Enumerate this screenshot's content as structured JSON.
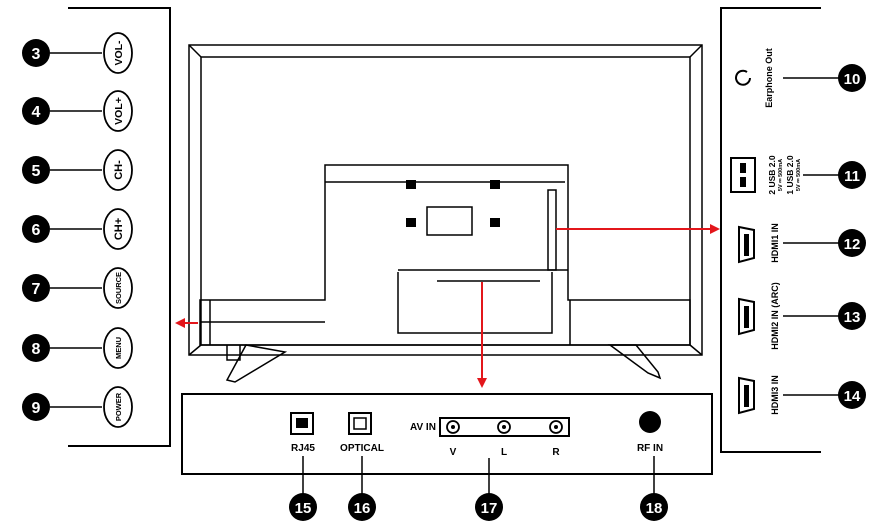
{
  "accent_color": "#e3161b",
  "side_buttons": [
    {
      "num": "3",
      "label": "VOL-"
    },
    {
      "num": "4",
      "label": "VOL+"
    },
    {
      "num": "5",
      "label": "CH-"
    },
    {
      "num": "6",
      "label": "CH+"
    },
    {
      "num": "7",
      "label": "SOURCE"
    },
    {
      "num": "8",
      "label": "MENU"
    },
    {
      "num": "9",
      "label": "POWER"
    }
  ],
  "side_ports": [
    {
      "num": "10",
      "label": "Earphone Out"
    },
    {
      "num": "11",
      "label": "2 USB 2.0",
      "sub": "5V ⎓ 500mA",
      "label2": "1 USB 2.0",
      "sub2": "5V ⎓ 500mA"
    },
    {
      "num": "12",
      "label": "HDMI1 IN"
    },
    {
      "num": "13",
      "label": "HDMI2 IN (ARC)"
    },
    {
      "num": "14",
      "label": "HDMI3 IN"
    }
  ],
  "bottom_ports": [
    {
      "num": "15",
      "label": "RJ45"
    },
    {
      "num": "16",
      "label": "OPTICAL"
    },
    {
      "num": "17",
      "label": "AV IN",
      "channels": [
        "V",
        "L",
        "R"
      ]
    },
    {
      "num": "18",
      "label": "RF IN"
    }
  ]
}
